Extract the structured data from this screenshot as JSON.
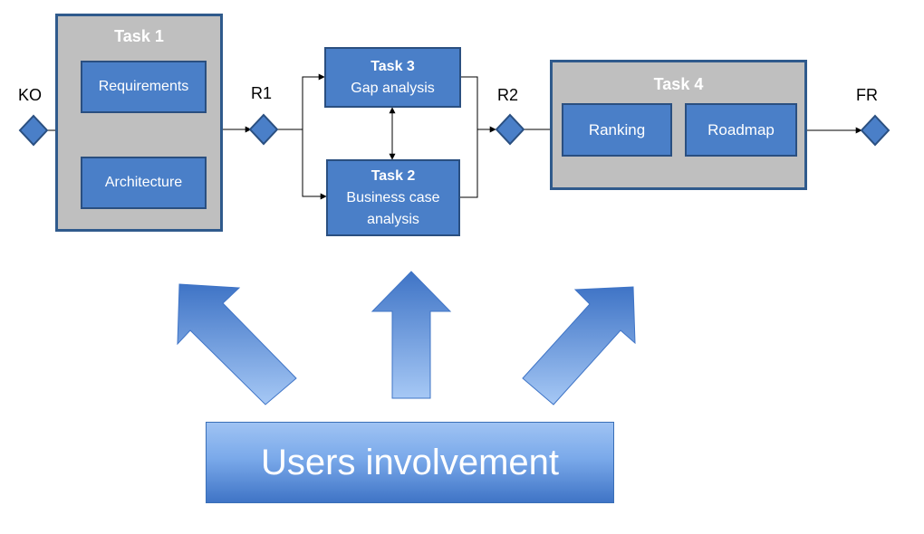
{
  "milestones": {
    "ko": "KO",
    "r1": "R1",
    "r2": "R2",
    "fr": "FR"
  },
  "task1": {
    "title": "Task 1",
    "items": [
      "Requirements",
      "Architecture"
    ]
  },
  "task3": {
    "title": "Task 3",
    "subtitle": "Gap analysis"
  },
  "task2": {
    "title": "Task 2",
    "subtitle_line1": "Business case",
    "subtitle_line2": "analysis"
  },
  "task4": {
    "title": "Task 4",
    "items": [
      "Ranking",
      "Roadmap"
    ]
  },
  "banner": {
    "label": "Users involvement"
  },
  "colors": {
    "box_fill": "#4a7fc8",
    "box_border": "#2a4f80",
    "group_fill": "#bfbfbf",
    "group_border": "#2f5a8c",
    "diamond_fill": "#4a7fc8"
  }
}
